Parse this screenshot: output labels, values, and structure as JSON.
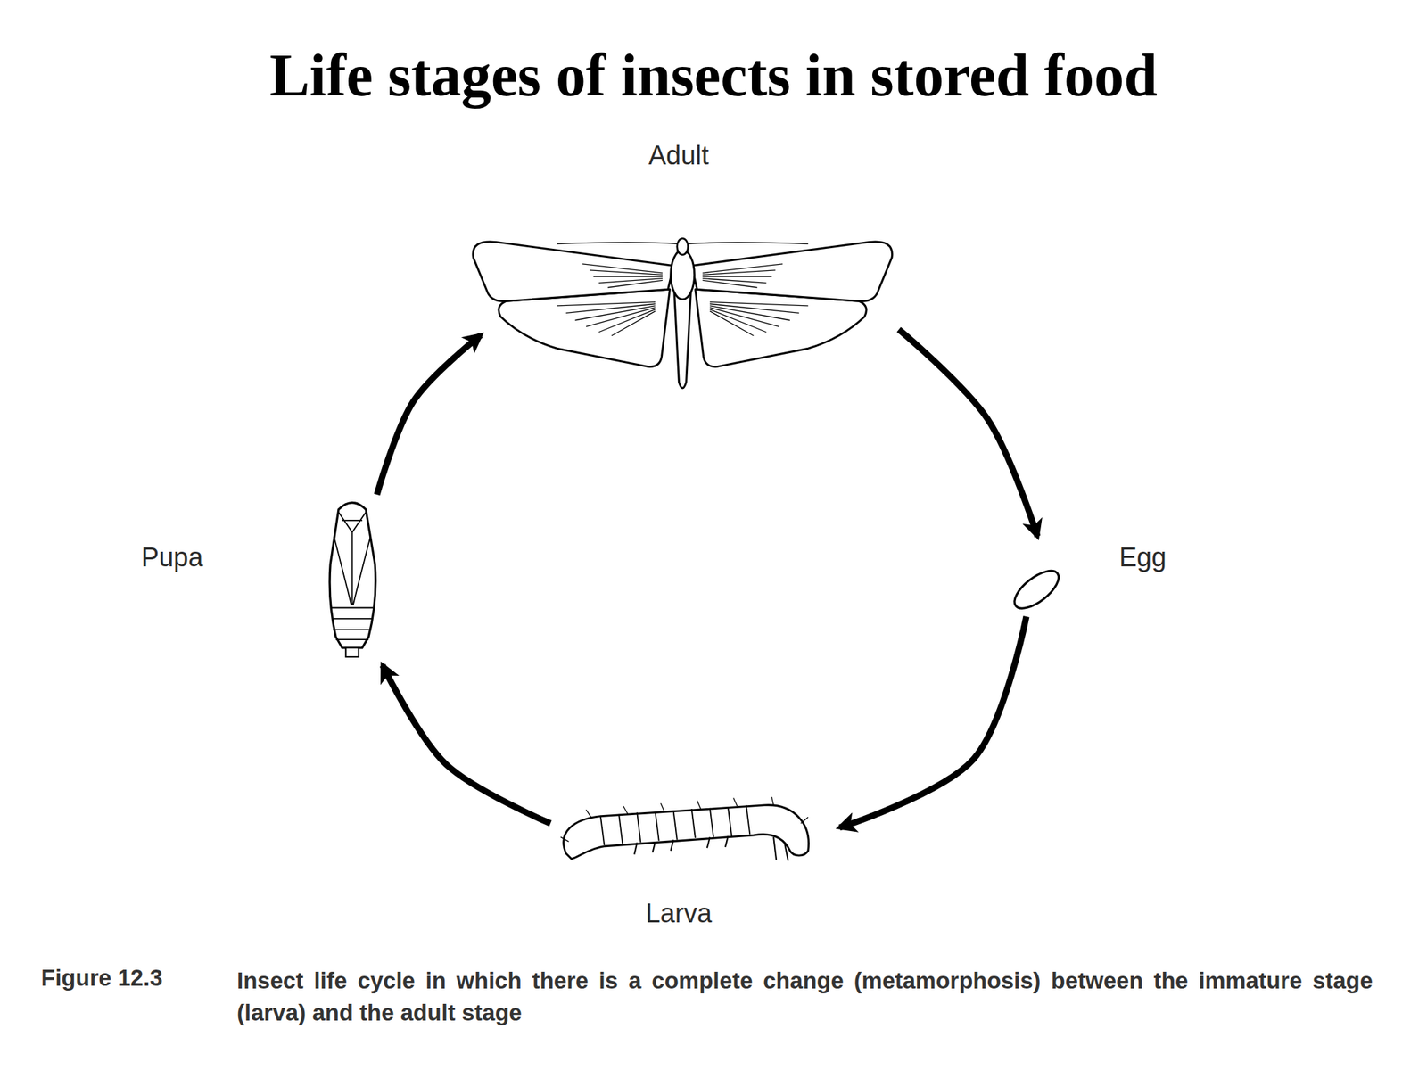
{
  "diagram": {
    "title": "Life stages of insects in stored food",
    "caption": "Insect life cycle in which there is a complete change (metamorphosis) between the immature stage (larva) and the adult stage",
    "nodes": [
      {
        "text": [
          "Adult"
        ]
      },
      {
        "text": [
          "Egg"
        ]
      },
      {
        "text": [
          "Larva"
        ]
      },
      {
        "text": [
          "Pupa"
        ]
      }
    ],
    "edges": [
      {
        "from": 0,
        "to": 1,
        "arrow": "to"
      },
      {
        "from": 1,
        "to": 2,
        "arrow": "to"
      },
      {
        "from": 2,
        "to": 3,
        "arrow": "to"
      },
      {
        "from": 3,
        "to": 0,
        "arrow": "to"
      }
    ],
    "labels": [
      "Figure 12.3"
    ]
  }
}
